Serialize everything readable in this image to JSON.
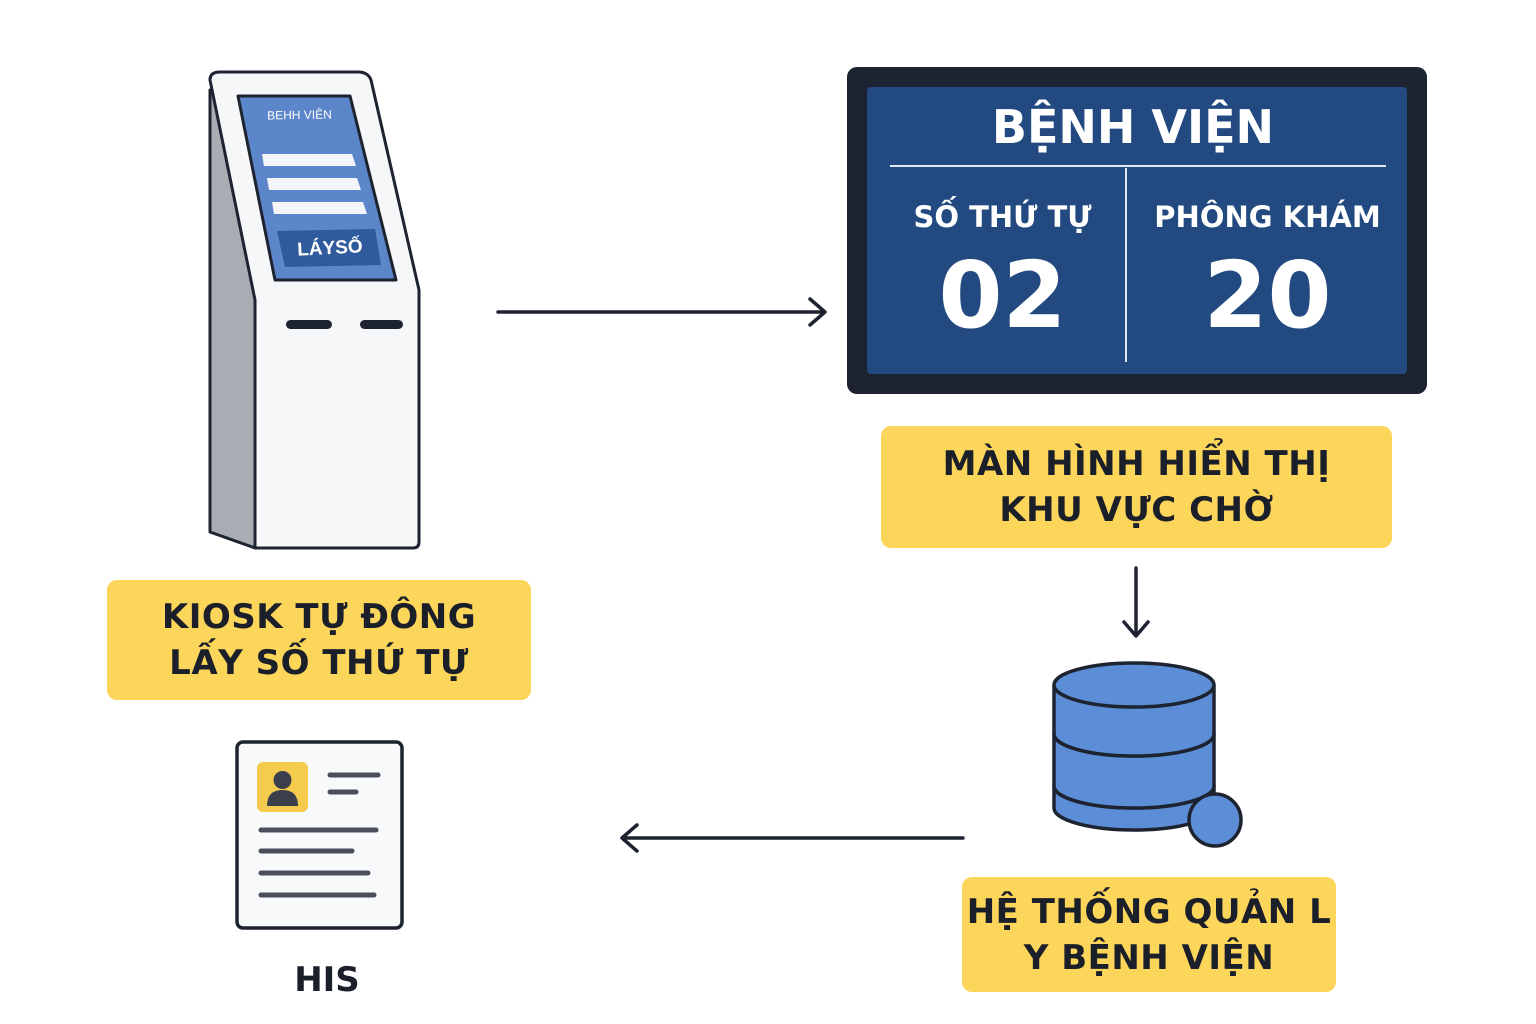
{
  "kiosk": {
    "screen_title": "BEHH VIÊN",
    "button_label": "LÁYSỐ",
    "caption_line1": "KIOSK TỰ ĐÔNG",
    "caption_line2": "LẤY SỐ THỨ TỰ"
  },
  "display": {
    "title": "BỆNH VIỆN",
    "col1_header": "SỐ THỨ TỰ",
    "col1_value": "02",
    "col2_header": "PHÔNG KHÁM",
    "col2_value": "20",
    "caption_line1": "MÀN HÌNH HIỂN THỊ",
    "caption_line2": "KHU VỰC CHỜ"
  },
  "system": {
    "caption_line1": "HỆ THỐNG QUẢN L",
    "caption_line2": "Y BỆNH VIỆN"
  },
  "his": {
    "label": "HIS"
  },
  "colors": {
    "caption_bg": "#fcd55b",
    "monitor_screen": "#234a80",
    "monitor_frame": "#1d2330",
    "database_blue": "#5b8ed6",
    "kiosk_screen": "#5b86c9",
    "outline": "#1d2330"
  }
}
